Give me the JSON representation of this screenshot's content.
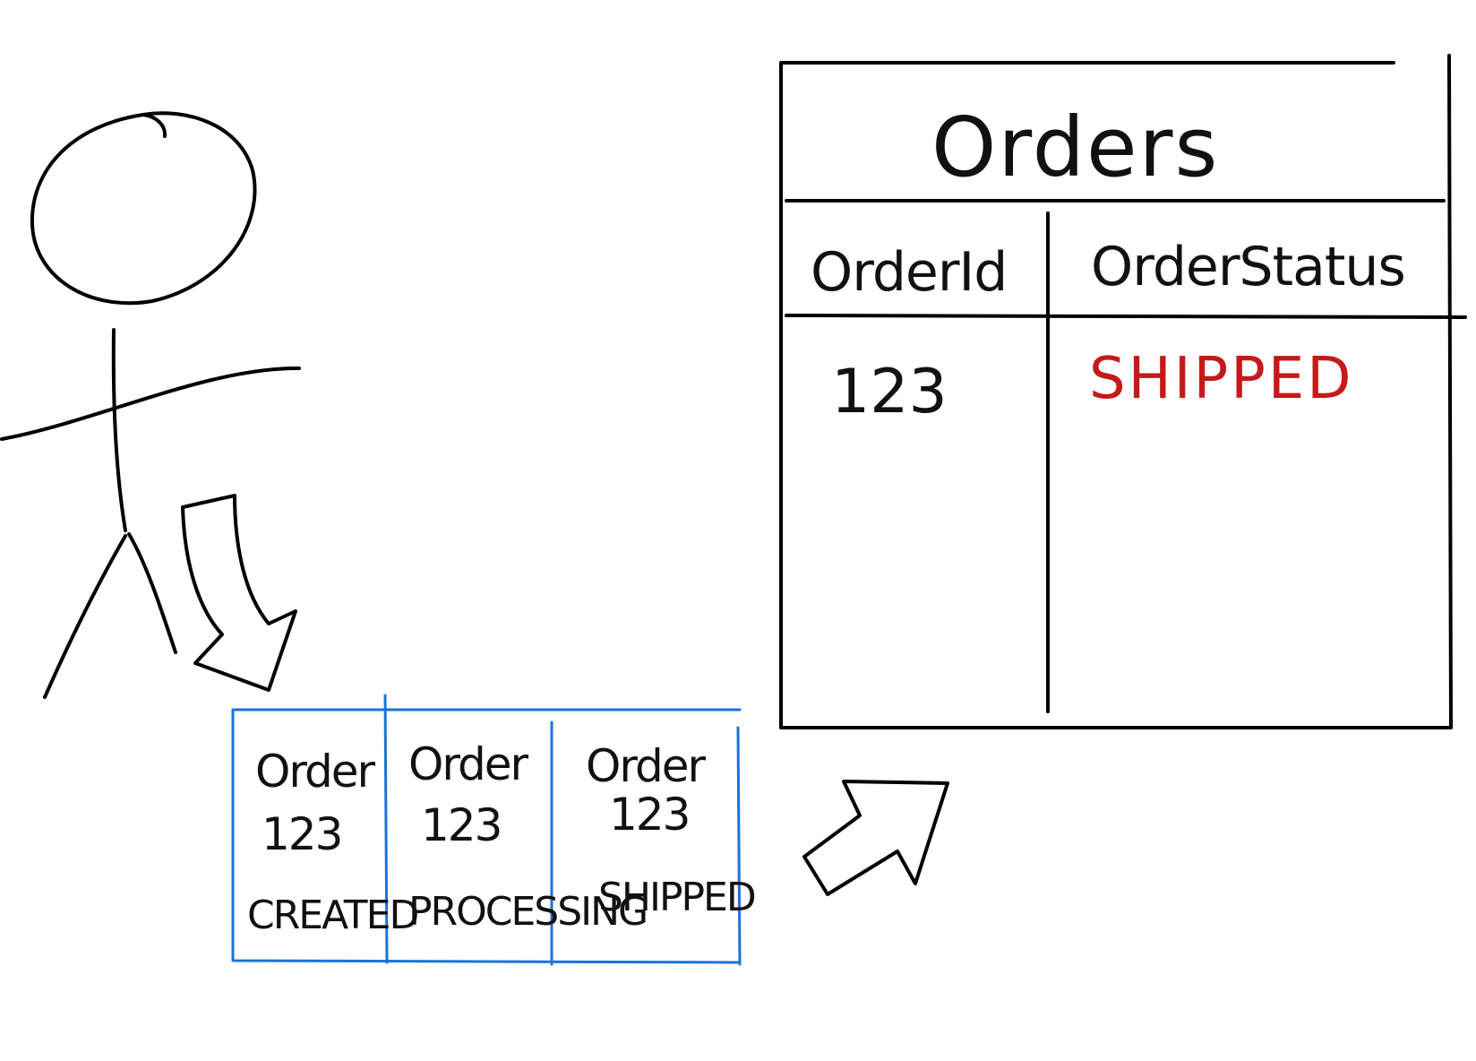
{
  "colors": {
    "ink": "#111111",
    "event_box": "#1a73d9",
    "status_highlight": "#c41a1a"
  },
  "events": [
    {
      "label": "Order",
      "id": "123",
      "status": "CREATED"
    },
    {
      "label": "Order",
      "id": "123",
      "status": "PROCESSING"
    },
    {
      "label": "Order",
      "id": "123",
      "status": "SHIPPED"
    }
  ],
  "orders_table": {
    "title": "Orders",
    "columns": [
      "OrderId",
      "OrderStatus"
    ],
    "rows": [
      {
        "order_id": "123",
        "order_status": "SHIPPED"
      }
    ]
  }
}
